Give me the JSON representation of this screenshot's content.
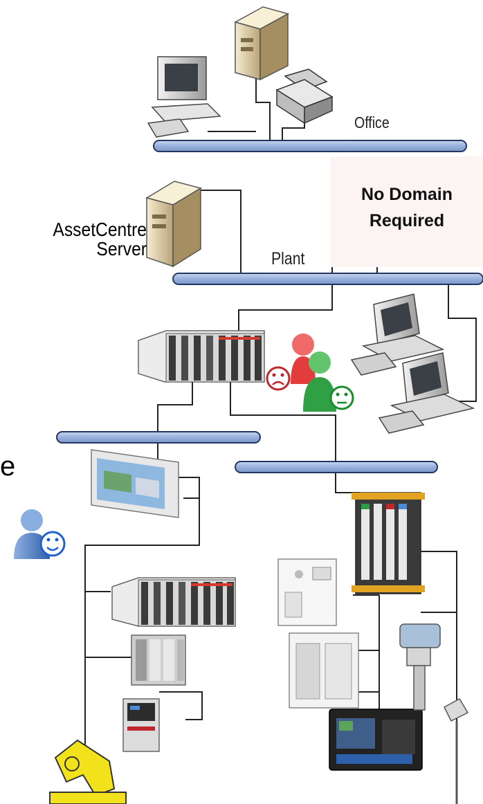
{
  "labels": {
    "office": "Office",
    "plant": "Plant",
    "server_line1": "AssetCentre",
    "server_line2": "Server",
    "domain_line1": "No Domain",
    "domain_line2": "Required",
    "edge_text": "e"
  },
  "icons": [
    "office-server-icon",
    "office-workstation-icon",
    "printer-icon",
    "assetcentre-server-icon",
    "workstation-icon",
    "plc-rack-icon",
    "sad-user-icon",
    "neutral-user-icon",
    "happy-user-icon",
    "hmi-panel-icon",
    "io-module-icon",
    "drive-icon",
    "robot-arm-icon",
    "transmitter-icon",
    "sensor-icon",
    "operator-panel-icon"
  ],
  "colors": {
    "network_bar": "#9db3dc",
    "network_bar_outline": "#22355e",
    "domain_box": "#fcf3f3",
    "sad_face": "#c0272d",
    "neutral_face": "#1a8a2a",
    "happy_face": "#1f5fd0"
  }
}
